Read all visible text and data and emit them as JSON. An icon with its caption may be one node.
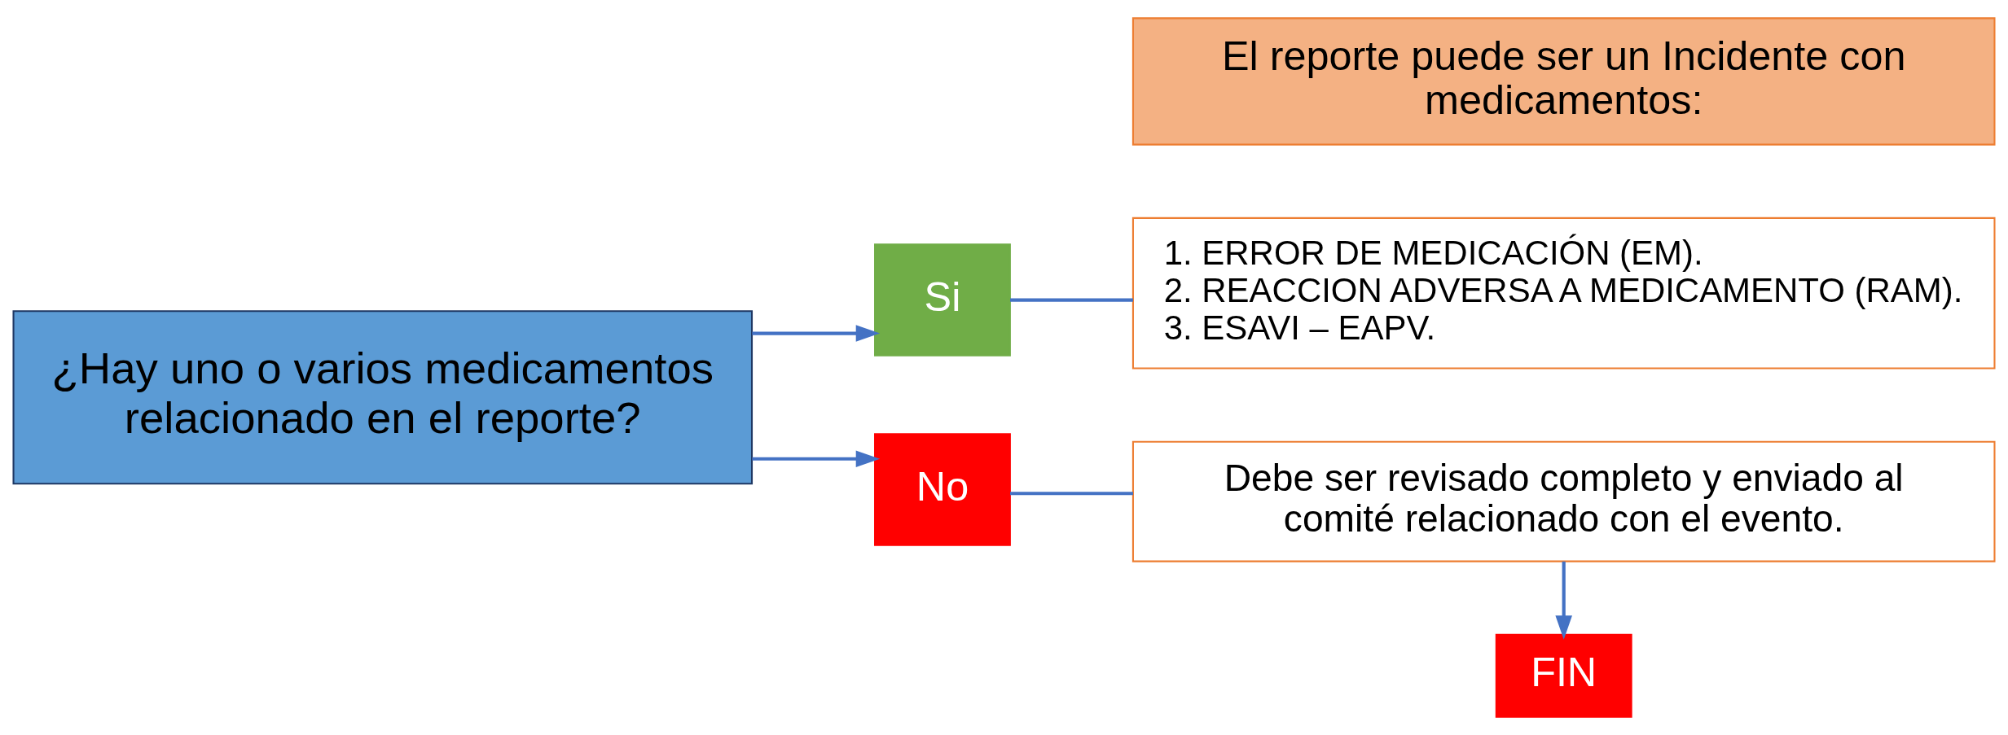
{
  "diagram": {
    "nodes": [
      {
        "text": [
          "¿Hay uno o varios medicamentos relacionado en el reporte?"
        ]
      },
      {
        "text": [
          "Si"
        ]
      },
      {
        "text": [
          "No"
        ]
      },
      {
        "text": [
          "El reporte puede ser un Incidente con medicamentos:"
        ]
      },
      {
        "text": [
          "1. ERROR DE MEDICACIÓN (EM).",
          "2. REACCION ADVERSA A MEDICAMENTO (RAM).",
          "3. ESAVI – EAPV."
        ]
      },
      {
        "text": [
          "Debe ser revisado completo y enviado al comité relacionado con el evento."
        ]
      },
      {
        "text": [
          "FIN"
        ]
      }
    ],
    "edges": [
      {
        "from": 0,
        "to": 1,
        "arrow": "to"
      },
      {
        "from": 0,
        "to": 2,
        "arrow": "to"
      },
      {
        "from": 1,
        "to": 4,
        "arrow": "none"
      },
      {
        "from": 2,
        "to": 5,
        "arrow": "none"
      },
      {
        "from": 5,
        "to": 6,
        "arrow": "to"
      }
    ]
  }
}
